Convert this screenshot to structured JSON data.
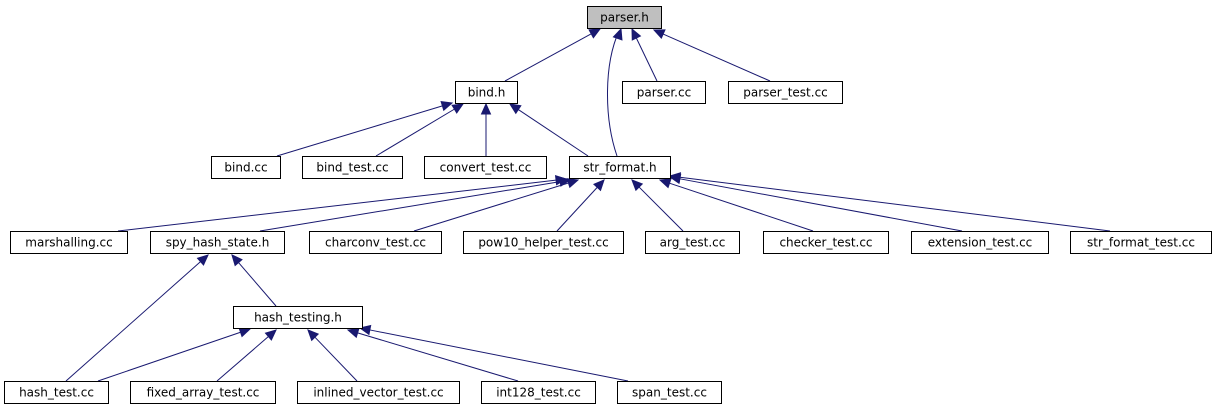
{
  "graph": {
    "nodes": [
      {
        "id": "parser_h",
        "label": "parser.h",
        "root": true
      },
      {
        "id": "bind_h",
        "label": "bind.h"
      },
      {
        "id": "parser_cc",
        "label": "parser.cc"
      },
      {
        "id": "parser_test_cc",
        "label": "parser_test.cc"
      },
      {
        "id": "bind_cc",
        "label": "bind.cc"
      },
      {
        "id": "bind_test_cc",
        "label": "bind_test.cc"
      },
      {
        "id": "convert_test_cc",
        "label": "convert_test.cc"
      },
      {
        "id": "str_format_h",
        "label": "str_format.h"
      },
      {
        "id": "marshalling_cc",
        "label": "marshalling.cc"
      },
      {
        "id": "spy_hash_state_h",
        "label": "spy_hash_state.h"
      },
      {
        "id": "charconv_test_cc",
        "label": "charconv_test.cc"
      },
      {
        "id": "pow10_helper_test_cc",
        "label": "pow10_helper_test.cc"
      },
      {
        "id": "arg_test_cc",
        "label": "arg_test.cc"
      },
      {
        "id": "checker_test_cc",
        "label": "checker_test.cc"
      },
      {
        "id": "extension_test_cc",
        "label": "extension_test.cc"
      },
      {
        "id": "str_format_test_cc",
        "label": "str_format_test.cc"
      },
      {
        "id": "hash_testing_h",
        "label": "hash_testing.h"
      },
      {
        "id": "hash_test_cc",
        "label": "hash_test.cc"
      },
      {
        "id": "fixed_array_test_cc",
        "label": "fixed_array_test.cc"
      },
      {
        "id": "inlined_vector_test_cc",
        "label": "inlined_vector_test.cc"
      },
      {
        "id": "int128_test_cc",
        "label": "int128_test.cc"
      },
      {
        "id": "span_test_cc",
        "label": "span_test.cc"
      }
    ],
    "edges": [
      {
        "from": "bind_h",
        "to": "parser_h"
      },
      {
        "from": "str_format_h",
        "to": "parser_h"
      },
      {
        "from": "parser_cc",
        "to": "parser_h"
      },
      {
        "from": "parser_test_cc",
        "to": "parser_h"
      },
      {
        "from": "bind_cc",
        "to": "bind_h"
      },
      {
        "from": "bind_test_cc",
        "to": "bind_h"
      },
      {
        "from": "convert_test_cc",
        "to": "bind_h"
      },
      {
        "from": "str_format_h",
        "to": "bind_h"
      },
      {
        "from": "marshalling_cc",
        "to": "str_format_h"
      },
      {
        "from": "spy_hash_state_h",
        "to": "str_format_h"
      },
      {
        "from": "charconv_test_cc",
        "to": "str_format_h"
      },
      {
        "from": "pow10_helper_test_cc",
        "to": "str_format_h"
      },
      {
        "from": "arg_test_cc",
        "to": "str_format_h"
      },
      {
        "from": "checker_test_cc",
        "to": "str_format_h"
      },
      {
        "from": "extension_test_cc",
        "to": "str_format_h"
      },
      {
        "from": "str_format_test_cc",
        "to": "str_format_h"
      },
      {
        "from": "hash_test_cc",
        "to": "spy_hash_state_h"
      },
      {
        "from": "hash_testing_h",
        "to": "spy_hash_state_h"
      },
      {
        "from": "hash_test_cc",
        "to": "hash_testing_h"
      },
      {
        "from": "fixed_array_test_cc",
        "to": "hash_testing_h"
      },
      {
        "from": "inlined_vector_test_cc",
        "to": "hash_testing_h"
      },
      {
        "from": "int128_test_cc",
        "to": "hash_testing_h"
      },
      {
        "from": "span_test_cc",
        "to": "hash_testing_h"
      }
    ]
  },
  "colors": {
    "edge": "#191970",
    "root_fill": "#bfbfbf",
    "node_fill": "#ffffff",
    "node_border": "#000000"
  }
}
